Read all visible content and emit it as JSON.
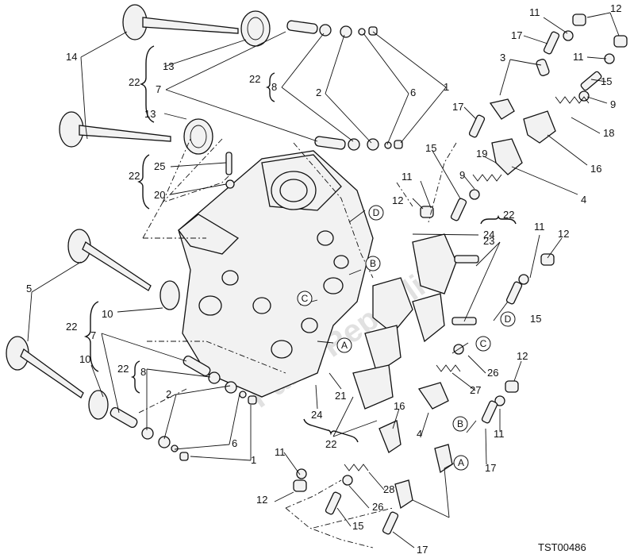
{
  "diagram": {
    "code": "TST00486",
    "watermark": "Parts Republik"
  },
  "labels": [
    "14",
    "13",
    "22",
    "7",
    "13",
    "22",
    "25",
    "20",
    "22",
    "8",
    "2",
    "6",
    "1",
    "11",
    "12",
    "17",
    "3",
    "11",
    "15",
    "9",
    "17",
    "18",
    "16",
    "15",
    "19",
    "11",
    "12",
    "9",
    "4",
    "24",
    "22",
    "23",
    "11",
    "12",
    "15",
    "5",
    "10",
    "22",
    "7",
    "10",
    "22",
    "8",
    "2",
    "6",
    "1",
    "21",
    "24",
    "22",
    "26",
    "27",
    "12",
    "11",
    "17",
    "16",
    "4",
    "28",
    "11",
    "12",
    "26",
    "15",
    "17"
  ],
  "circled_refs": [
    "D",
    "B",
    "C",
    "A",
    "D",
    "C",
    "B",
    "A"
  ]
}
